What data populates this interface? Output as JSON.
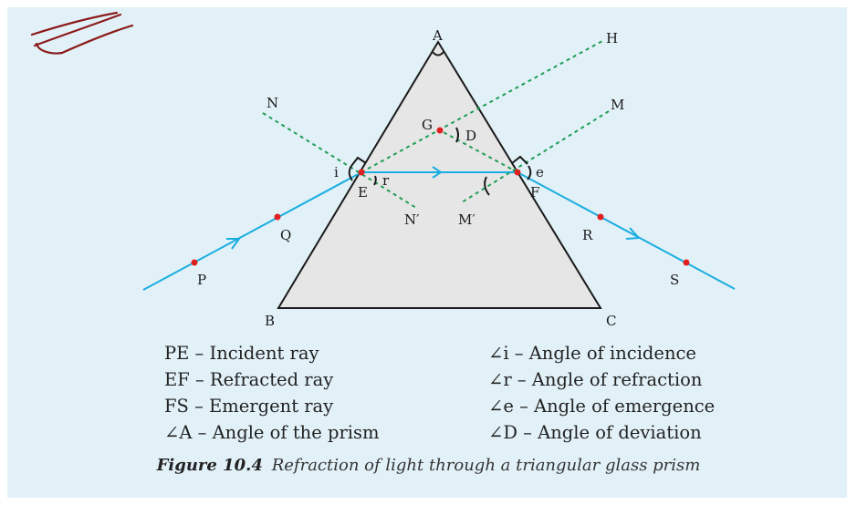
{
  "diagram": {
    "labels": {
      "A": "A",
      "B": "B",
      "C": "C",
      "E": "E",
      "F": "F",
      "G": "G",
      "D": "D",
      "H": "H",
      "M": "M",
      "N": "N",
      "N_prime": "N′",
      "M_prime": "M′",
      "P": "P",
      "Q": "Q",
      "R": "R",
      "S": "S",
      "i": "i",
      "r": "r",
      "e": "e"
    },
    "colors": {
      "ray": "#1aaee0",
      "normal": "#1f9d55",
      "point": "#e02020",
      "prism_fill": "#e6e6e6",
      "prism_stroke": "#1a1a1a",
      "background": "#e2f1f8"
    }
  },
  "legend": {
    "left": [
      "PE – Incident ray",
      "EF – Refracted ray",
      "FS – Emergent ray",
      "∠A – Angle of the prism"
    ],
    "right": [
      "∠i – Angle of incidence",
      "∠r – Angle of refraction",
      "∠e – Angle of emergence",
      "∠D – Angle of deviation"
    ]
  },
  "caption": {
    "label": "Figure 10.4",
    "text": "Refraction of light through a triangular glass prism"
  }
}
